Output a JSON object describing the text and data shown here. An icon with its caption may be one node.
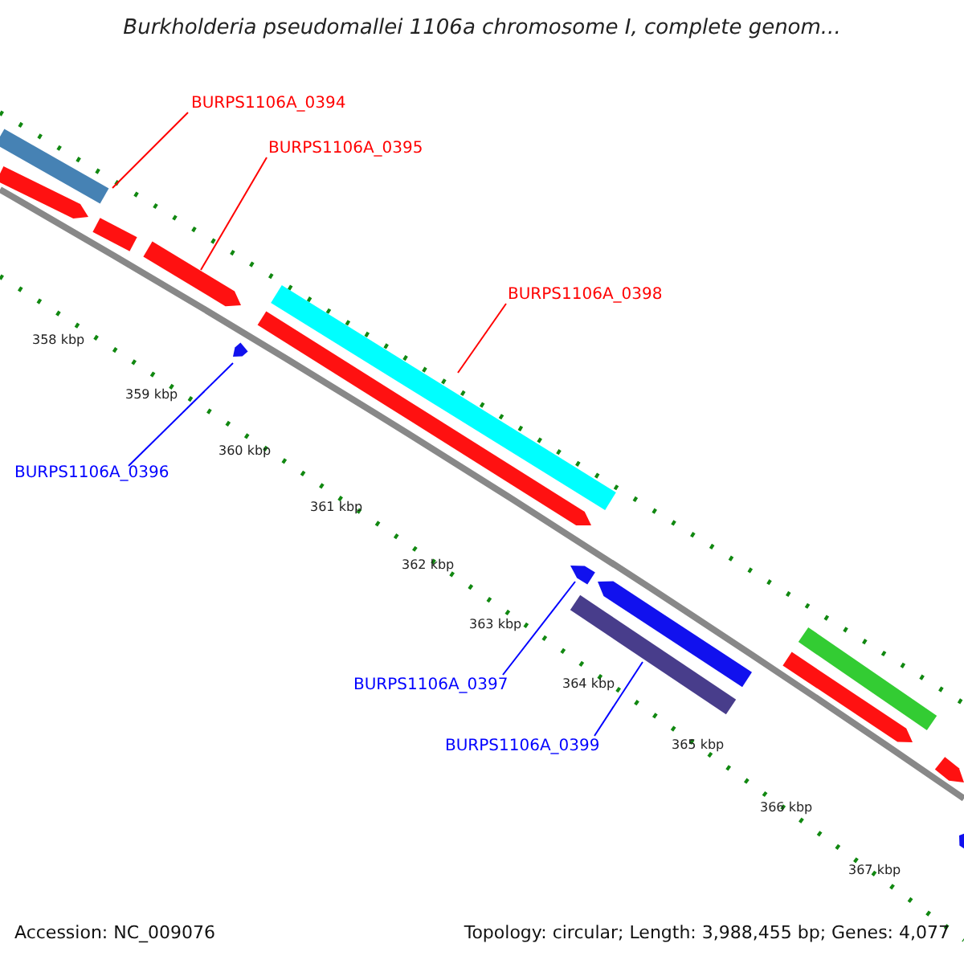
{
  "diagram": {
    "title": "Burkholderia pseudomallei 1106a chromosome I, complete genom...",
    "nodes": [
      {
        "text": [
          "BURPS1106A_0394"
        ]
      },
      {
        "text": [],
        "shape": "bar"
      },
      {
        "text": [
          "BURPS1106A_0395"
        ]
      },
      {
        "text": [],
        "shape": "bar"
      },
      {
        "text": [
          "BURPS1106A_0398"
        ]
      },
      {
        "text": [],
        "shape": "bar"
      },
      {
        "text": [
          "BURPS1106A_0396"
        ]
      },
      {
        "text": [],
        "shape": "bar"
      },
      {
        "text": [
          "BURPS1106A_0397"
        ]
      },
      {
        "text": [],
        "shape": "bar"
      },
      {
        "text": [
          "BURPS1106A_0399"
        ]
      },
      {
        "text": [],
        "shape": "bar"
      },
      {
        "text": [],
        "shape": "bar"
      },
      {
        "text": [],
        "shape": "bar"
      },
      {
        "text": [],
        "shape": "bar"
      },
      {
        "text": [],
        "shape": "bar"
      },
      {
        "text": [],
        "shape": "bar"
      },
      {
        "text": [],
        "shape": "bar"
      },
      {
        "text": [],
        "shape": "bar"
      },
      {
        "text": [],
        "shape": "bar"
      }
    ],
    "edges": [
      {
        "from": 0,
        "to": 1,
        "arrow": "none"
      },
      {
        "from": 2,
        "to": 3,
        "arrow": "none"
      },
      {
        "from": 4,
        "to": 5,
        "arrow": "none"
      },
      {
        "from": 6,
        "to": 7,
        "arrow": "none",
        "color": "#0000ff"
      },
      {
        "from": 8,
        "to": 9,
        "arrow": "none",
        "color": "#0000ff"
      },
      {
        "from": 10,
        "to": 11,
        "arrow": "none",
        "color": "#0000ff"
      }
    ],
    "labels": [
      "358 kbp",
      "359 kbp",
      "360 kbp",
      "361 kbp",
      "362 kbp",
      "363 kbp",
      "364 kbp",
      "365 kbp",
      "366 kbp",
      "367 kbp",
      "Accession: NC_009076",
      "Topology: circular; Length: 3,988,455 bp; Genes: 4,077"
    ]
  }
}
